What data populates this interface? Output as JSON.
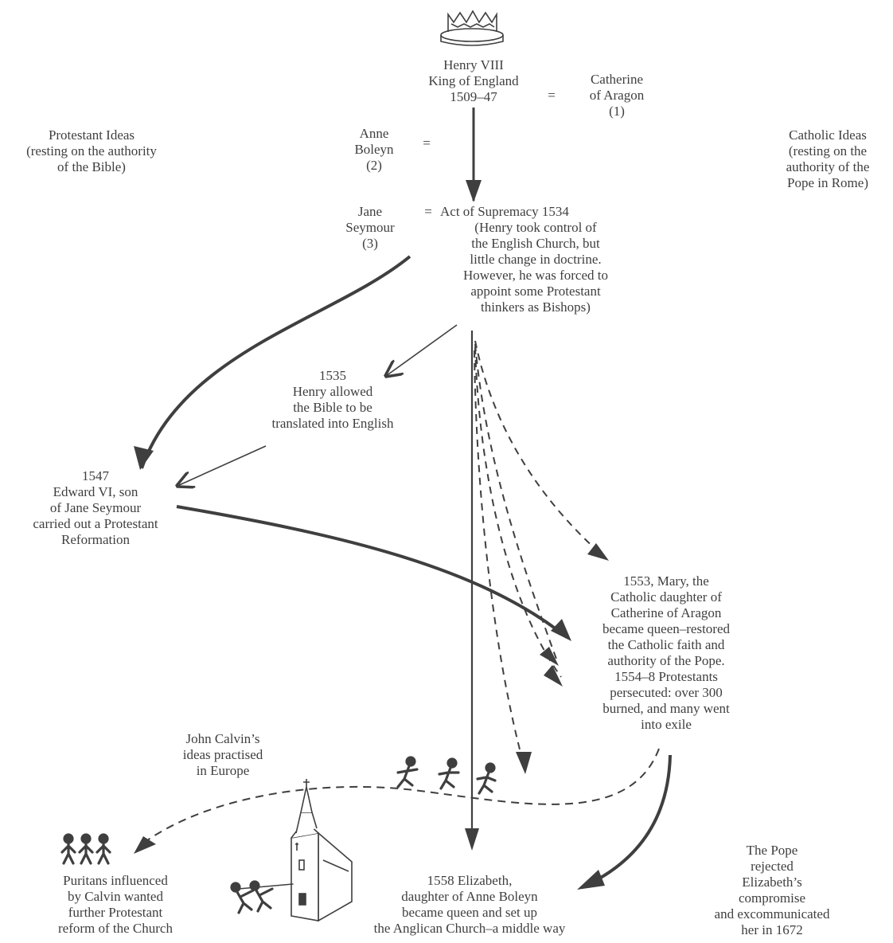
{
  "colors": {
    "ink": "#3f3f3f",
    "background": "#ffffff"
  },
  "icons": [
    "crown-icon",
    "fleeing-figure-icon",
    "puritans-icon",
    "church-icon",
    "pulling-figures-icon"
  ],
  "labels": {
    "henry": [
      "Henry VIII",
      "King of England",
      "1509–47"
    ],
    "marriage_catherine_sign": "=",
    "catherine": [
      "Catherine",
      "of Aragon",
      "(1)"
    ],
    "protestant": [
      "Protestant Ideas",
      "(resting on the authority",
      "of the Bible)"
    ],
    "anne": [
      "Anne",
      "Boleyn",
      "(2)"
    ],
    "marriage_anne_sign": "=",
    "catholic": [
      "Catholic Ideas",
      "(resting on the",
      "authority of the",
      "Pope in Rome)"
    ],
    "jane": [
      "Jane",
      "Seymour",
      "(3)"
    ],
    "marriage_jane_sign": "=",
    "supremacy": [
      "Act of Supremacy 1534",
      "(Henry took control of",
      "the English Church, but",
      "little change in doctrine.",
      "However, he was forced to",
      "appoint some Protestant",
      "thinkers as Bishops)"
    ],
    "bible": [
      "1535",
      "Henry allowed",
      "the Bible to be",
      "translated into English"
    ],
    "edward": [
      "1547",
      "Edward VI, son",
      "of Jane Seymour",
      "carried out a Protestant",
      "Reformation"
    ],
    "mary": [
      "1553, Mary, the",
      "Catholic daughter of",
      "Catherine of Aragon",
      "became queen–restored",
      "the Catholic faith and",
      "authority of the Pope.",
      "1554–8 Protestants",
      "persecuted: over 300",
      "burned, and many went",
      "into exile"
    ],
    "calvin": [
      "John Calvin’s",
      "ideas practised",
      "in Europe"
    ],
    "puritans": [
      "Puritans influenced",
      "by Calvin wanted",
      "further Protestant",
      "reform of the Church"
    ],
    "elizabeth": [
      "1558 Elizabeth,",
      "daughter of Anne Boleyn",
      "became queen and set up",
      "the Anglican Church–a middle way"
    ],
    "pope": [
      "The Pope",
      "rejected",
      "Elizabeth’s",
      "compromise",
      "and excommunicated",
      "her in 1672"
    ]
  }
}
